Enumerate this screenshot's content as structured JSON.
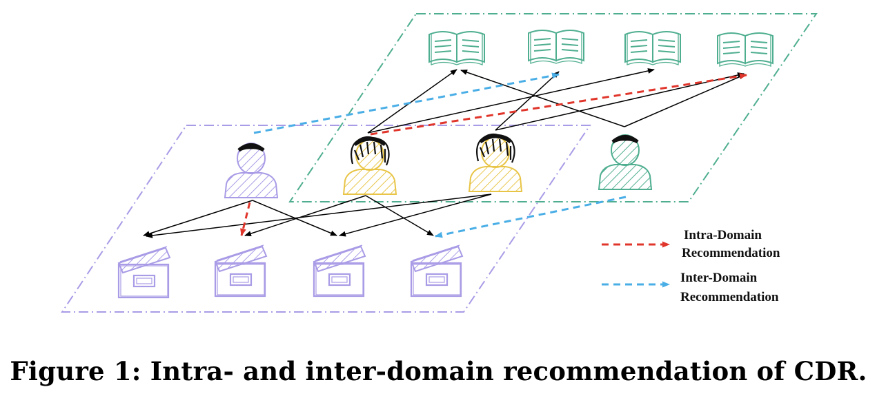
{
  "legend": {
    "intra_line1": "Intra-Domain",
    "intra_line2": "Recommendation",
    "inter_line1": "Inter-Domain",
    "inter_line2": "Recommendation"
  },
  "caption": "Figure 1: Intra- and inter-domain recommendation of CDR.",
  "colors": {
    "movie_domain": "#a99be6",
    "book_domain": "#4fae90",
    "overlap_user": "#e8c547",
    "intra_arrow": "#e0352b",
    "inter_arrow": "#4aaee6",
    "edge": "#000000"
  },
  "icons": {
    "book": "open-book-icon",
    "user": "person-icon",
    "movie": "clapperboard-icon"
  }
}
